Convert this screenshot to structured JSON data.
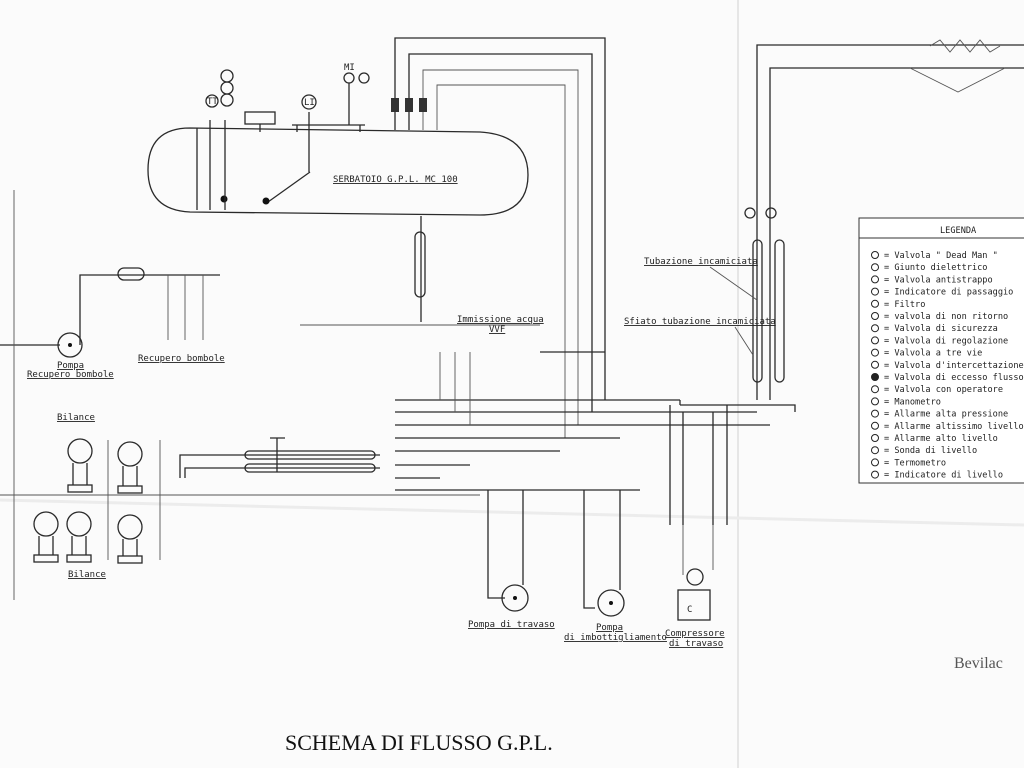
{
  "title": "SCHEMA DI FLUSSO G.P.L.",
  "tank_label": "SERBATOIO G.P.L. MC 100",
  "instrument_tags": [
    "TT",
    "LI",
    "MI"
  ],
  "labels": {
    "pump_recovery": "Pompa",
    "pump_recovery_sub": "Recupero bombole",
    "recovery_cylinders": "Recupero bombole",
    "scales_top": "Bilance",
    "scales_bottom": "Bilance",
    "water_injection": "Immissione acqua",
    "water_injection_sub": "VVF",
    "jacketed_pipe": "Tubazione incamiciata",
    "jacketed_vent": "Sfiato tubazione incamiciata",
    "transfer_pump": "Pompa di travaso",
    "bottling_pump": "Pompa",
    "bottling_pump_sub": "di imbottigliamento",
    "compressor": "Compressore",
    "compressor_sub": "di travaso",
    "compressor_symbol": "C"
  },
  "logo": "Bevilac",
  "legend": {
    "title": "LEGENDA",
    "items": [
      {
        "sym": "dead-man",
        "text": "= Valvola \" Dead Man \""
      },
      {
        "sym": "dot",
        "text": "= Giunto dielettrico"
      },
      {
        "sym": "bowtie",
        "text": "= Valvola antistrappo"
      },
      {
        "sym": "box",
        "text": "= Indicatore di passaggio"
      },
      {
        "sym": "filter",
        "text": "= Filtro"
      },
      {
        "sym": "check",
        "text": "= valvola di non ritorno"
      },
      {
        "sym": "safety",
        "text": "= Valvola di sicurezza"
      },
      {
        "sym": "reg",
        "text": "= Valvola di regolazione"
      },
      {
        "sym": "three",
        "text": "= Valvola a tre vie"
      },
      {
        "sym": "bowtie",
        "text": "= Valvola d'intercettazione"
      },
      {
        "sym": "filled",
        "text": "= Valvola di eccesso flusso"
      },
      {
        "sym": "box",
        "text": "= Valvola con operatore"
      },
      {
        "sym": "gauge",
        "text": "= Manometro"
      },
      {
        "sym": "circle",
        "text": "= Allarme alta pressione"
      },
      {
        "sym": "circle",
        "text": "= Allarme altissimo livello"
      },
      {
        "sym": "circle",
        "text": "= Allarme alto livello"
      },
      {
        "sym": "circle",
        "text": "= Sonda di livello"
      },
      {
        "sym": "circle",
        "text": "= Termometro"
      },
      {
        "sym": "circle",
        "text": "= Indicatore di livello"
      }
    ]
  }
}
